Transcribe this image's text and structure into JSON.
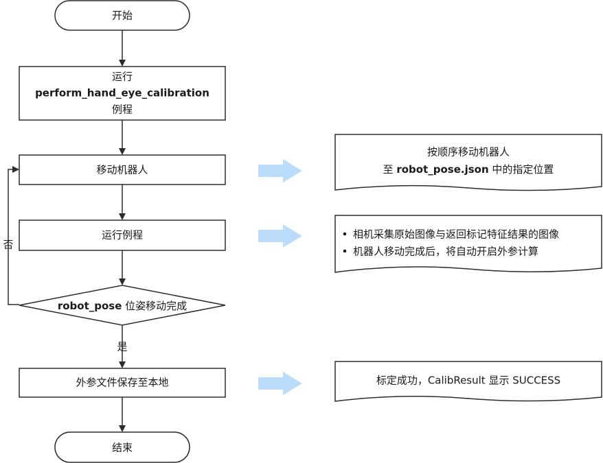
{
  "nodes": {
    "start": "开始",
    "step_run_calibration": {
      "line1": "运行",
      "line2": "perform_hand_eye_calibration",
      "line3": "例程"
    },
    "step_move_robot": "移动机器人",
    "step_run_routine": "运行例程",
    "decision": {
      "bold": "robot_pose",
      "text": " 位姿移动完成"
    },
    "step_save": "外参文件保存至本地",
    "end": "结束"
  },
  "edges": {
    "yes_label": "是",
    "no_label": "否"
  },
  "notes": {
    "move_robot": {
      "line1": "按顺序移动机器人",
      "line2_prefix": "至 ",
      "line2_bold": "robot_pose.json",
      "line2_suffix": " 中的指定位置"
    },
    "run_routine": {
      "bullets": [
        "相机采集原始图像与返回标记特征结果的图像",
        "机器人移动完成后，将自动开启外参计算"
      ]
    },
    "save": {
      "text": "标定成功，CalibResult 显示 SUCCESS"
    }
  },
  "colors": {
    "stroke": "#2b2b2b",
    "arrow_fill": "#bcdcfb",
    "background": "#ffffff"
  }
}
